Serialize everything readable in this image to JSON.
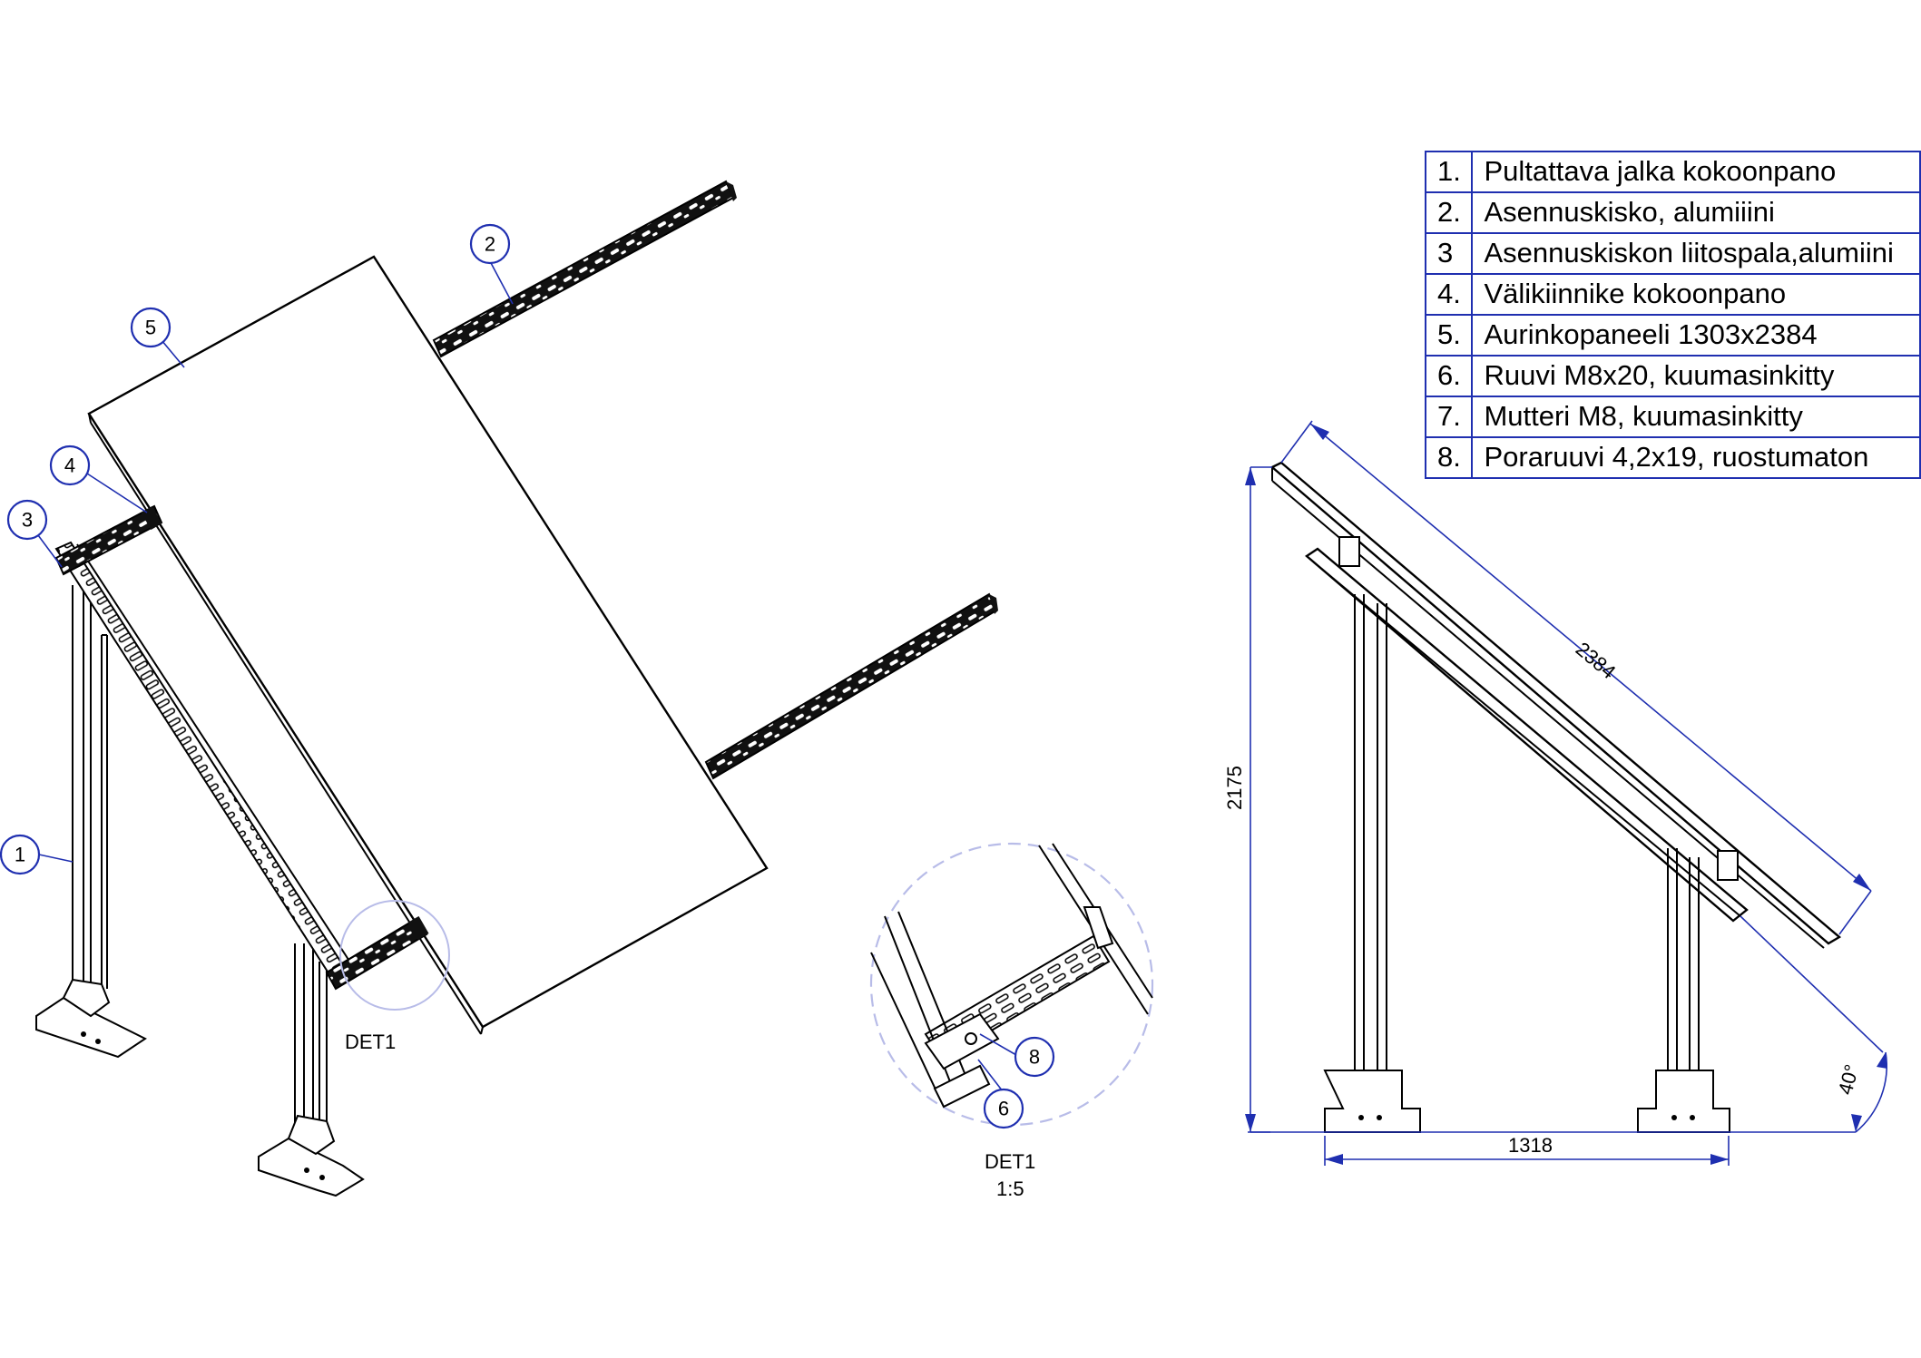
{
  "parts_list": [
    {
      "num": "1.",
      "desc": "Pultattava jalka kokoonpano"
    },
    {
      "num": "2.",
      "desc": "Asennuskisko, alumiiini"
    },
    {
      "num": "3",
      "desc": "Asennuskiskon liitospala,alumiini"
    },
    {
      "num": "4.",
      "desc": "Välikiinnike kokoonpano"
    },
    {
      "num": "5.",
      "desc": "Aurinkopaneeli 1303x2384"
    },
    {
      "num": "6.",
      "desc": "Ruuvi M8x20, kuumasinkitty"
    },
    {
      "num": "7.",
      "desc": "Mutteri M8, kuumasinkitty"
    },
    {
      "num": "8.",
      "desc": "Poraruuvi 4,2x19, ruostumaton"
    }
  ],
  "callouts": {
    "c1": "1",
    "c2": "2",
    "c3": "3",
    "c4": "4",
    "c5": "5",
    "c6": "6",
    "c8": "8"
  },
  "labels": {
    "detail_ref": "DET1",
    "detail_title": "DET1",
    "detail_scale": "1:5"
  },
  "dimensions": {
    "panel_length": "2384",
    "height": "2175",
    "base_width": "1318",
    "angle": "40°"
  },
  "colors": {
    "dimension_blue": "#1f2fb0",
    "outline": "#000000"
  }
}
